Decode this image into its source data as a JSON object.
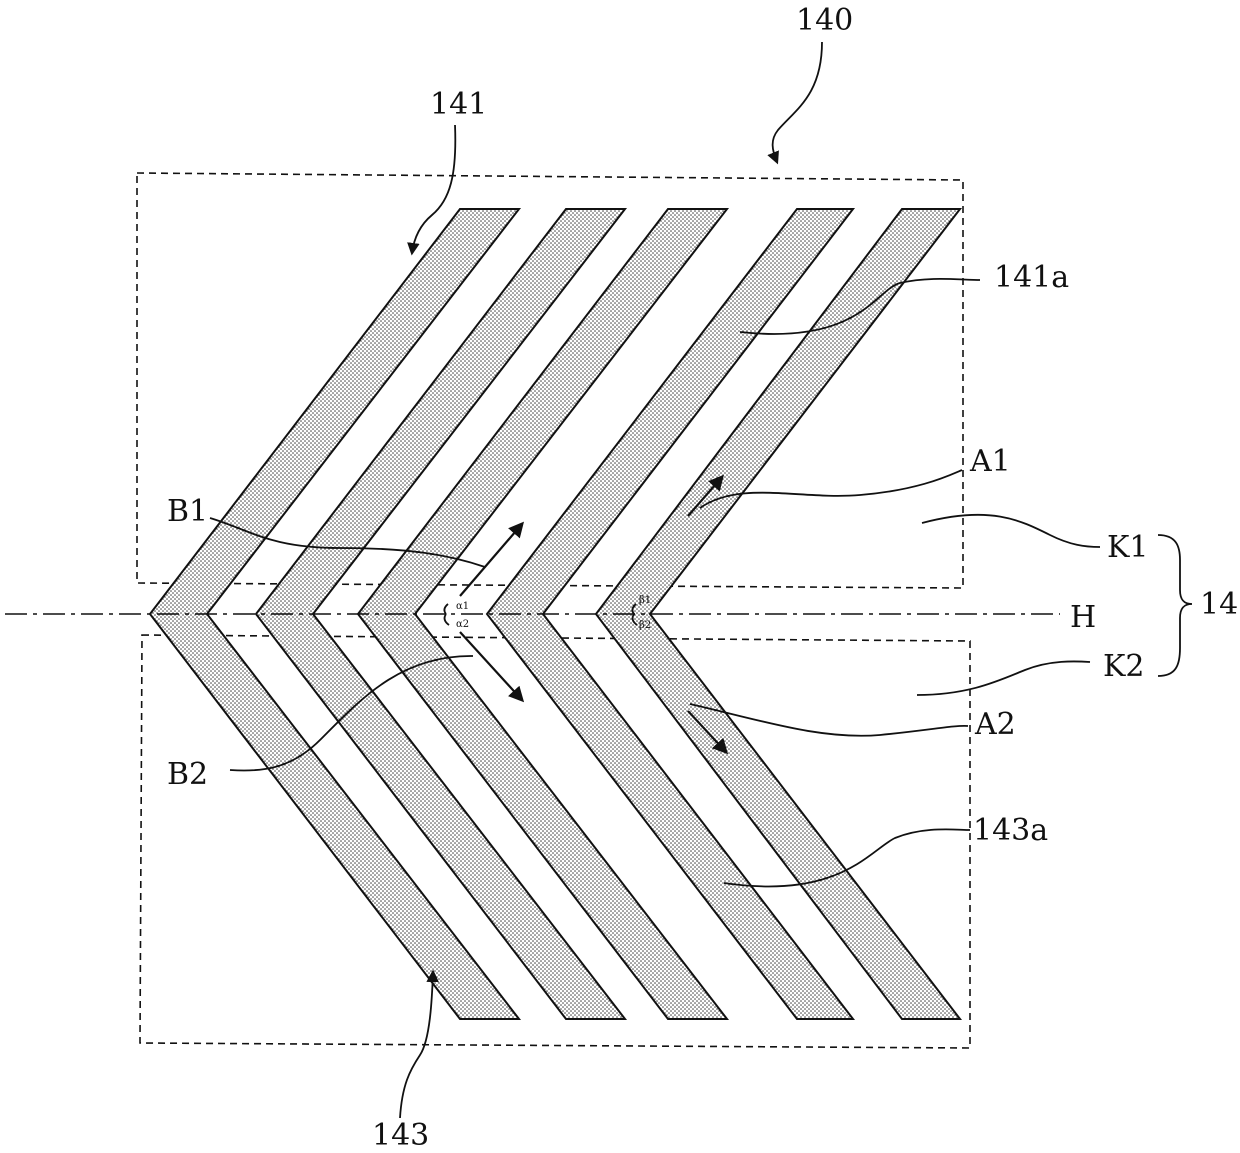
{
  "labels": {
    "ref_140": "140",
    "ref_141": "141",
    "ref_141a": "141a",
    "ref_143": "143",
    "ref_143a": "143a",
    "ref_a1": "A1",
    "ref_a2": "A2",
    "ref_b1": "B1",
    "ref_b2": "B2",
    "ref_k1": "K1",
    "ref_k2": "K2",
    "ref_h": "H",
    "ref_14": "14",
    "angle_alpha1": "α1",
    "angle_alpha2": "α2",
    "angle_beta1": "β1",
    "angle_beta2": "β2"
  },
  "diagram": {
    "stripe_count": 5,
    "stripe_shape": "chevron",
    "line_color": "#111111",
    "background": "#ffffff"
  }
}
